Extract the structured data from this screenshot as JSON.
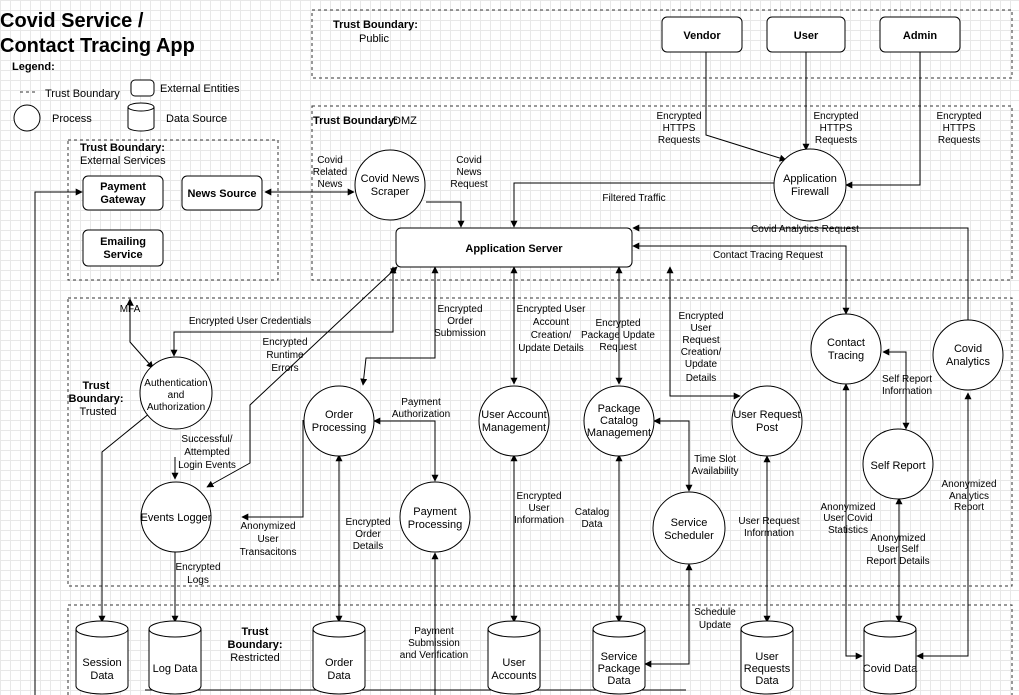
{
  "title": {
    "line1": "Covid Service /",
    "line2": "Contact Tracing App"
  },
  "legend": {
    "heading": "Legend:",
    "trust_boundary": "Trust Boundary",
    "external_entities": "External Entities",
    "process": "Process",
    "data_source": "Data Source"
  },
  "boundaries": {
    "public": {
      "label": "Trust Boundary:",
      "name": "Public"
    },
    "dmz": {
      "label": "Trust Boundary:",
      "name": "DMZ"
    },
    "external": {
      "label": "Trust Boundary:",
      "name": "External Services"
    },
    "trusted": {
      "label1": "Trust",
      "label2": "Boundary:",
      "name": "Trusted"
    },
    "restricted": {
      "label1": "Trust",
      "label2": "Boundary:",
      "name": "Restricted"
    }
  },
  "entities": {
    "vendor": "Vendor",
    "user": "User",
    "admin": "Admin",
    "payment_gateway": [
      "Payment",
      "Gateway"
    ],
    "news_source": "News Source",
    "emailing_service": [
      "Emailing",
      "Service"
    ]
  },
  "app_server": "Application Server",
  "processes": {
    "app_firewall": [
      "Application",
      "Firewall"
    ],
    "news_scraper": [
      "Covid News",
      "Scraper"
    ],
    "auth": [
      "Authentication",
      "and",
      "Authorization"
    ],
    "order_processing": [
      "Order",
      "Processing"
    ],
    "payment_processing": [
      "Payment",
      "Processing"
    ],
    "events_logger": "Events Logger",
    "user_account_mgmt": [
      "User Account",
      "Management"
    ],
    "package_catalog_mgmt": [
      "Package",
      "Catalog",
      "Management"
    ],
    "service_scheduler": [
      "Service",
      "Scheduler"
    ],
    "user_request_post": [
      "User Request",
      "Post"
    ],
    "contact_tracing": [
      "Contact",
      "Tracing"
    ],
    "covid_analytics": [
      "Covid",
      "Analytics"
    ],
    "self_report": "Self Report"
  },
  "datastores": {
    "session": [
      "Session",
      "Data"
    ],
    "log": "Log Data",
    "order": [
      "Order",
      "Data"
    ],
    "user_accounts": [
      "User",
      "Accounts"
    ],
    "service_package": [
      "Service",
      "Package",
      "Data"
    ],
    "user_requests": [
      "User",
      "Requests",
      "Data"
    ],
    "covid": "Covid Data"
  },
  "flows": {
    "vendor_https": [
      "Encrypted",
      "HTTPS",
      "Requests"
    ],
    "user_https": [
      "Encrypted",
      "HTTPS",
      "Requests"
    ],
    "admin_https": [
      "Encrypted",
      "HTTPS",
      "Requests"
    ],
    "filtered_traffic": "Filtered Traffic",
    "covid_related_news": [
      "Covid",
      "Related",
      "News"
    ],
    "covid_news_request": [
      "Covid",
      "News",
      "Request"
    ],
    "covid_analytics_request": "Covid Analytics Request",
    "contact_tracing_request": "Contact Tracing Request",
    "mfa": "MFA",
    "enc_user_credentials": "Encrypted User Credentials",
    "enc_runtime_errors": [
      "Encrypted",
      "Runtime",
      "Errors"
    ],
    "enc_order_submission": [
      "Encrypted",
      "Order",
      "Submission"
    ],
    "enc_user_account": [
      "Encrypted User",
      "Account",
      "Creation/",
      "Update Details"
    ],
    "enc_package_update": [
      "Encrypted",
      "Package Update",
      "Request"
    ],
    "enc_user_request": [
      "Encrypted",
      "User",
      "Request",
      "Creation/",
      "Update",
      "Details"
    ],
    "payment_authorization": [
      "Payment",
      "Authorization"
    ],
    "login_events": [
      "Successful/",
      "Attempted",
      "Login Events"
    ],
    "anon_user_transactions": [
      "Anonymized",
      "User",
      "Transacitons"
    ],
    "enc_order_details": [
      "Encrypted",
      "Order",
      "Details"
    ],
    "enc_user_information": [
      "Encrypted",
      "User",
      "Information"
    ],
    "catalog_data": [
      "Catalog",
      "Data"
    ],
    "time_slot": [
      "Time Slot",
      "Availability"
    ],
    "user_request_information": [
      "User Request",
      "Information"
    ],
    "self_report_information": [
      "Self Report",
      "Information"
    ],
    "anon_covid_statistics": [
      "Anonymized",
      "User Covid",
      "Statistics"
    ],
    "anon_self_report": [
      "Anonymized",
      "User Self",
      "Report Details"
    ],
    "anon_analytics_report": [
      "Anonymized",
      "Analytics",
      "Report"
    ],
    "enc_logs": [
      "Encrypted",
      "Logs"
    ],
    "payment_submission": [
      "Payment",
      "Submission",
      "and Verification"
    ],
    "schedule_update": [
      "Schedule",
      "Update"
    ]
  }
}
